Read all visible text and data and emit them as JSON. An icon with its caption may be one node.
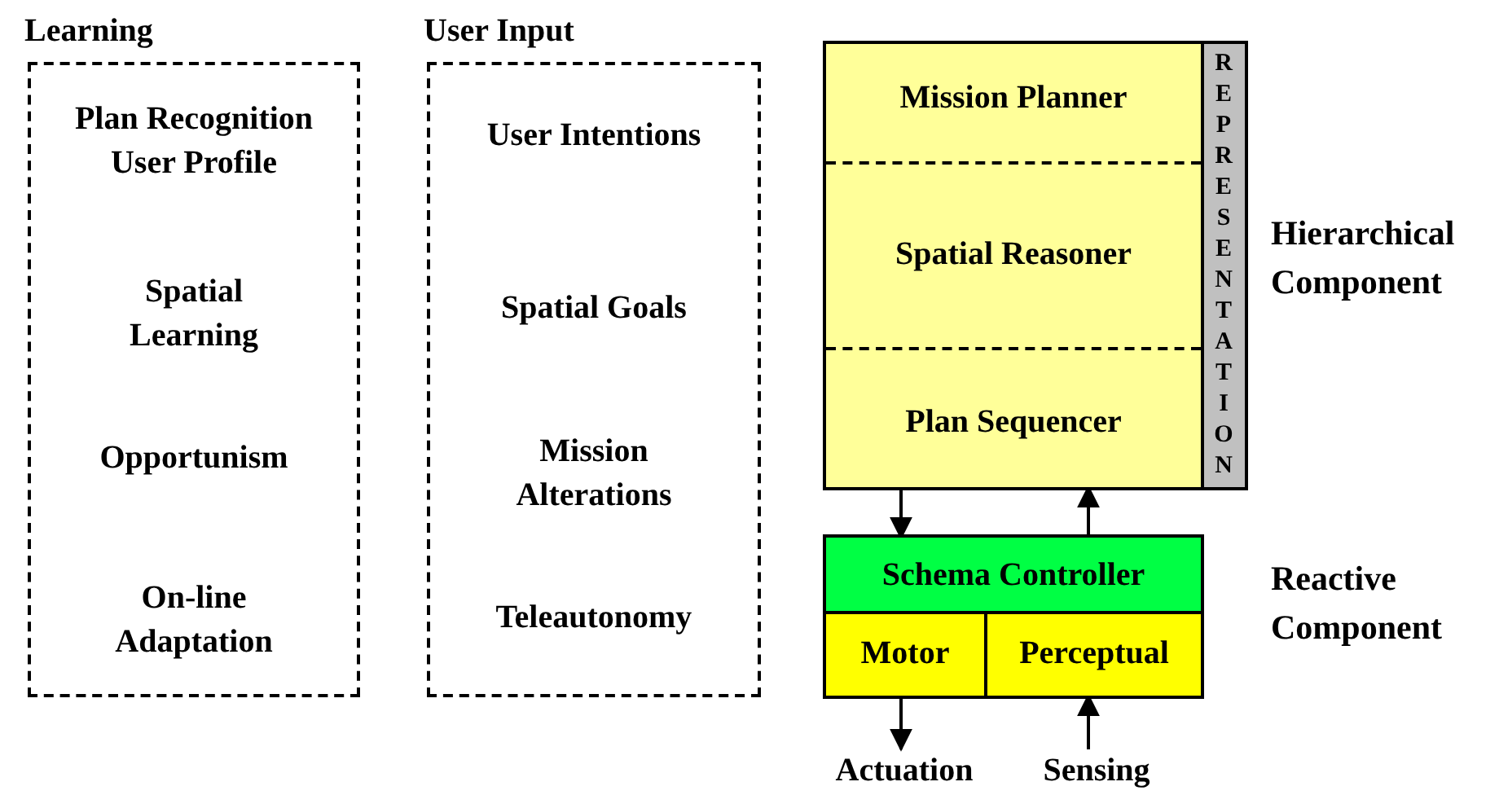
{
  "diagram": {
    "nodes": [
      {
        "text": [
          "Learning",
          "Plan Recognition User Profile",
          "Spatial Learning",
          "Opportunism",
          "On-line Adaptation"
        ]
      },
      {
        "text": [
          "User Input",
          "User Intentions",
          "Spatial Goals",
          "Mission Alterations",
          "Teleautonomy"
        ]
      },
      {
        "text": [],
        "shape": "box",
        "beside": [
          "Hierarchical Component"
        ]
      },
      {
        "text": [
          "Mission Planner"
        ],
        "in": 2
      },
      {
        "text": [
          "Spatial Reasoner"
        ],
        "in": 2
      },
      {
        "text": [
          "Plan Sequencer"
        ],
        "in": 2
      },
      {
        "text": [
          "REPRESENTATION"
        ],
        "in": 2
      },
      {
        "text": [],
        "shape": "box",
        "beside": [
          "Reactive Component"
        ]
      },
      {
        "text": [
          "Schema Controller"
        ],
        "in": 7
      },
      {
        "text": [
          "Motor"
        ],
        "in": 7
      },
      {
        "text": [
          "Perceptual"
        ],
        "in": 7
      },
      {
        "text": [
          "Actuation"
        ]
      },
      {
        "text": [
          "Sensing"
        ]
      }
    ],
    "edges": [
      {
        "from": 5,
        "to": 8,
        "arrow": "to"
      },
      {
        "from": 8,
        "to": 5,
        "arrow": "to"
      },
      {
        "from": 9,
        "to": 11,
        "arrow": "to"
      },
      {
        "from": 12,
        "to": 10,
        "arrow": "to"
      }
    ]
  }
}
